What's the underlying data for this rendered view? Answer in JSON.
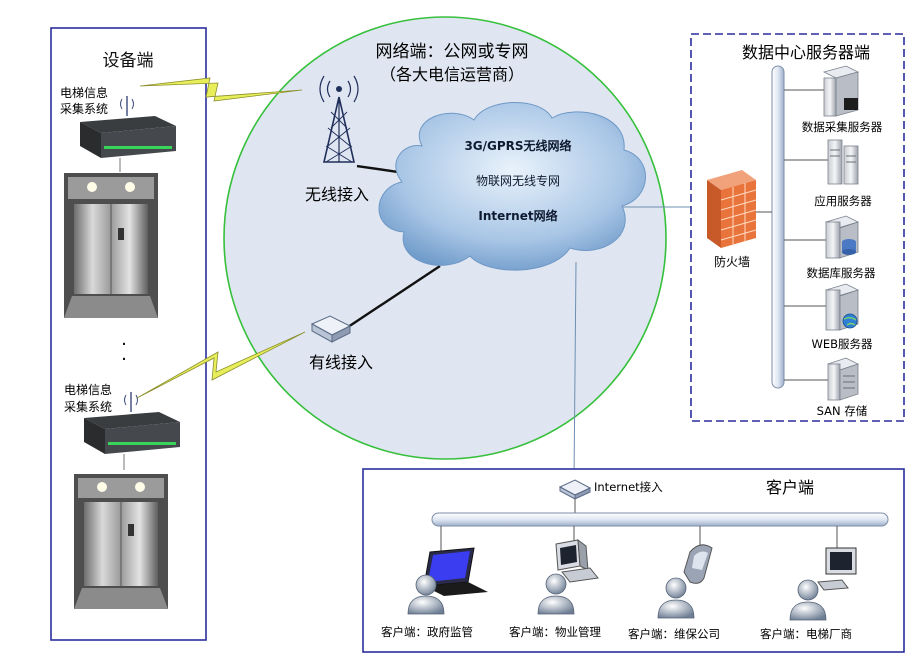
{
  "device_side": {
    "title": "设备端",
    "collector_label_line1": "电梯信息",
    "collector_label_line2": "采集系统",
    "ellipsis": "·"
  },
  "network": {
    "title_line1": "网络端：公网或专网",
    "title_line2": "（各大电信运营商）",
    "wireless_access": "无线接入",
    "wired_access": "有线接入",
    "cloud_line1": "3G/GPRS无线网络",
    "cloud_line2": "物联网无线专网",
    "cloud_line3": "Internet网络"
  },
  "datacenter": {
    "title": "数据中心服务器端",
    "firewall": "防火墙",
    "servers": [
      "数据采集服务器",
      "应用服务器",
      "数据库服务器",
      "WEB服务器",
      "SAN 存储"
    ]
  },
  "client": {
    "title": "客户端",
    "internet_access": "Internet接入",
    "clients": [
      "客户端：政府监管",
      "客户端：物业管理",
      "客户端：维保公司",
      "客户端：电梯厂商"
    ]
  },
  "colors": {
    "frame_blue": "#2a2f9c",
    "circle_green": "#36c03c",
    "circle_fill": "#dfe6f1",
    "lightning": "#e8ee5a",
    "firewall": "#e8743b"
  }
}
